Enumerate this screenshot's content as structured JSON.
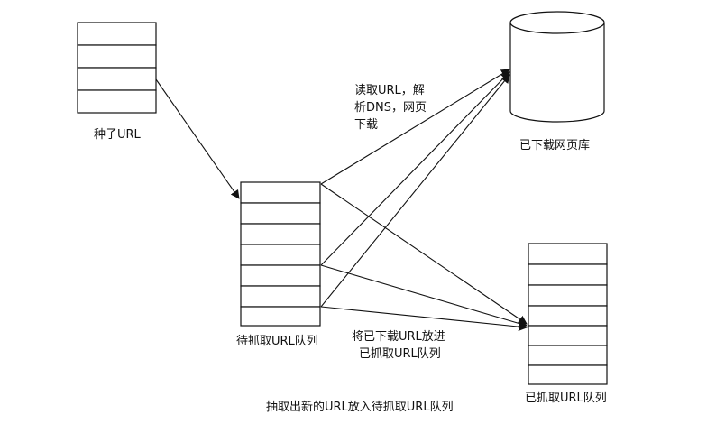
{
  "labels": {
    "seed": "种子URL",
    "queue": "待抓取URL队列",
    "db": "已下载网页库",
    "crawled": "已抓取URL队列",
    "read_line1": "读取URL，解",
    "read_line2": "析DNS，网页",
    "read_line3": "下载",
    "put_line1": "将已下载URL放进",
    "put_line2": "已抓取URL队列",
    "extract": "抽取出新的URL放入待抓取URL队列"
  },
  "seed_rows": 4,
  "queue_rows": 7,
  "crawled_rows": 7
}
